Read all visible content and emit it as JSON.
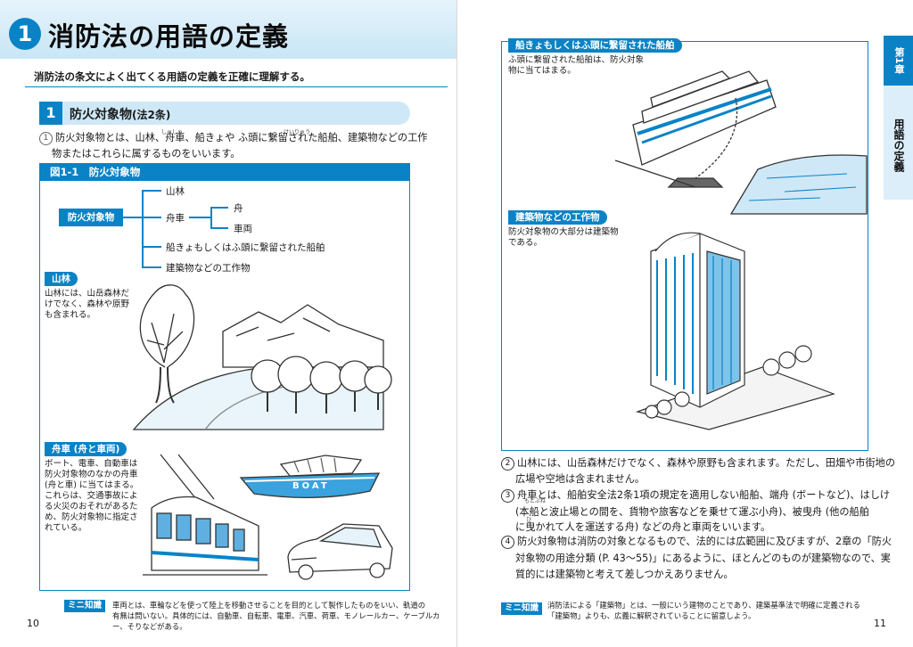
{
  "left": {
    "chapter_num": "1",
    "chapter_title": "消防法の用語の定義",
    "lead": "消防法の条文によく出てくる用語の定義を正確に理解する。",
    "section": {
      "num": "1",
      "title": "防火対象物",
      "subtitle": "(法2条)"
    },
    "para1_num": "1",
    "para1_line1": "防火対象物とは、山林、舟車、船きょや ふ頭に繋留された船舶、建築物などの工作",
    "para1_line2": "物またはこれらに属するものをいいます。",
    "ruby_shusha": "しゅしゃ",
    "ruby_keiryu": "けいりゅう",
    "figure_title": "図1-1　防火対象物",
    "tree": {
      "root": "防火対象物",
      "sanrin": "山林",
      "shusha": "舟車",
      "fune": "舟",
      "sharyo": "車両",
      "senkyo": "船きょもしくはふ頭に繋留された船舶",
      "kenchiku": "建築物などの工作物"
    },
    "sanrin_tag": "山林",
    "sanrin_text": [
      "山林には、山岳森林だ",
      "けでなく、森林や原野",
      "も含まれる。"
    ],
    "shusha_tag": "舟車 (舟と車両)",
    "shusha_text": [
      "ボート、電車、自動車は",
      "防火対象物のなかの舟車",
      "(舟と車) に当てはまる。",
      "これらは、交通事故によ",
      "る火災のおそれがあるた",
      "め、防火対象物に指定さ",
      "れている。"
    ],
    "boat_label": "BOAT",
    "mini_label": "ミニ知識",
    "mini_text": [
      "車両とは、車輪などを使って陸上を移動させることを目的として製作したものをいい、軌道の",
      "有無は問いない。具体的には、自動車、自転車、電車、汽車、荷車、モノレールカー、ケーブルカ",
      "ー、そりなどがある。"
    ],
    "page_no": "10"
  },
  "right": {
    "ship_tag": "船きょもしくはふ頭に繋留された船舶",
    "ship_text": [
      "ふ頭に繋留された船舶は、防火対象",
      "物に当てはまる。"
    ],
    "bldg_tag": "建築物などの工作物",
    "bldg_text": [
      "防火対象物の大部分は建築物",
      "である。"
    ],
    "paras": [
      {
        "num": "2",
        "lines": [
          "山林には、山岳森林だけでなく、森林や原野も含まれます。ただし、田畑や市街地の",
          "広場や空地は含まれません。"
        ]
      },
      {
        "num": "3",
        "lines": [
          "舟車とは、船舶安全法2条1項の規定を適用しない船舶、端舟 (ボートなど)、はしけ",
          "(本船と波止場との間を、貨物や旅客などを乗せて運ぶ小舟)、被曳舟 (他の船舶",
          "に曳かれて人を運送する舟) などの舟と車両をいいます。"
        ]
      },
      {
        "num": "4",
        "lines": [
          "防火対象物は消防の対象となるもので、法的には広範囲に及びますが、2章の「防火",
          "対象物の用途分類 (P. 43〜55)」にあるように、ほとんどのものが建築物なので、実",
          "質的には建築物と考えて差しつかえありません。"
        ]
      }
    ],
    "ruby_motobune": "もとぶね",
    "ruby_hikari": "ひ",
    "mini_label": "ミニ知識",
    "mini_text": [
      "消防法による「建築物」とは、一般にいう建物のことであり、建築基準法で明確に定義される",
      "「建築物」よりも、広義に解釈されていることに留意しよう。"
    ],
    "page_no": "11",
    "side_tab_top": "第1章",
    "side_tab_bottom": "用語の定義"
  },
  "colors": {
    "accent": "#0a83c6",
    "light": "#cfe8f7"
  }
}
